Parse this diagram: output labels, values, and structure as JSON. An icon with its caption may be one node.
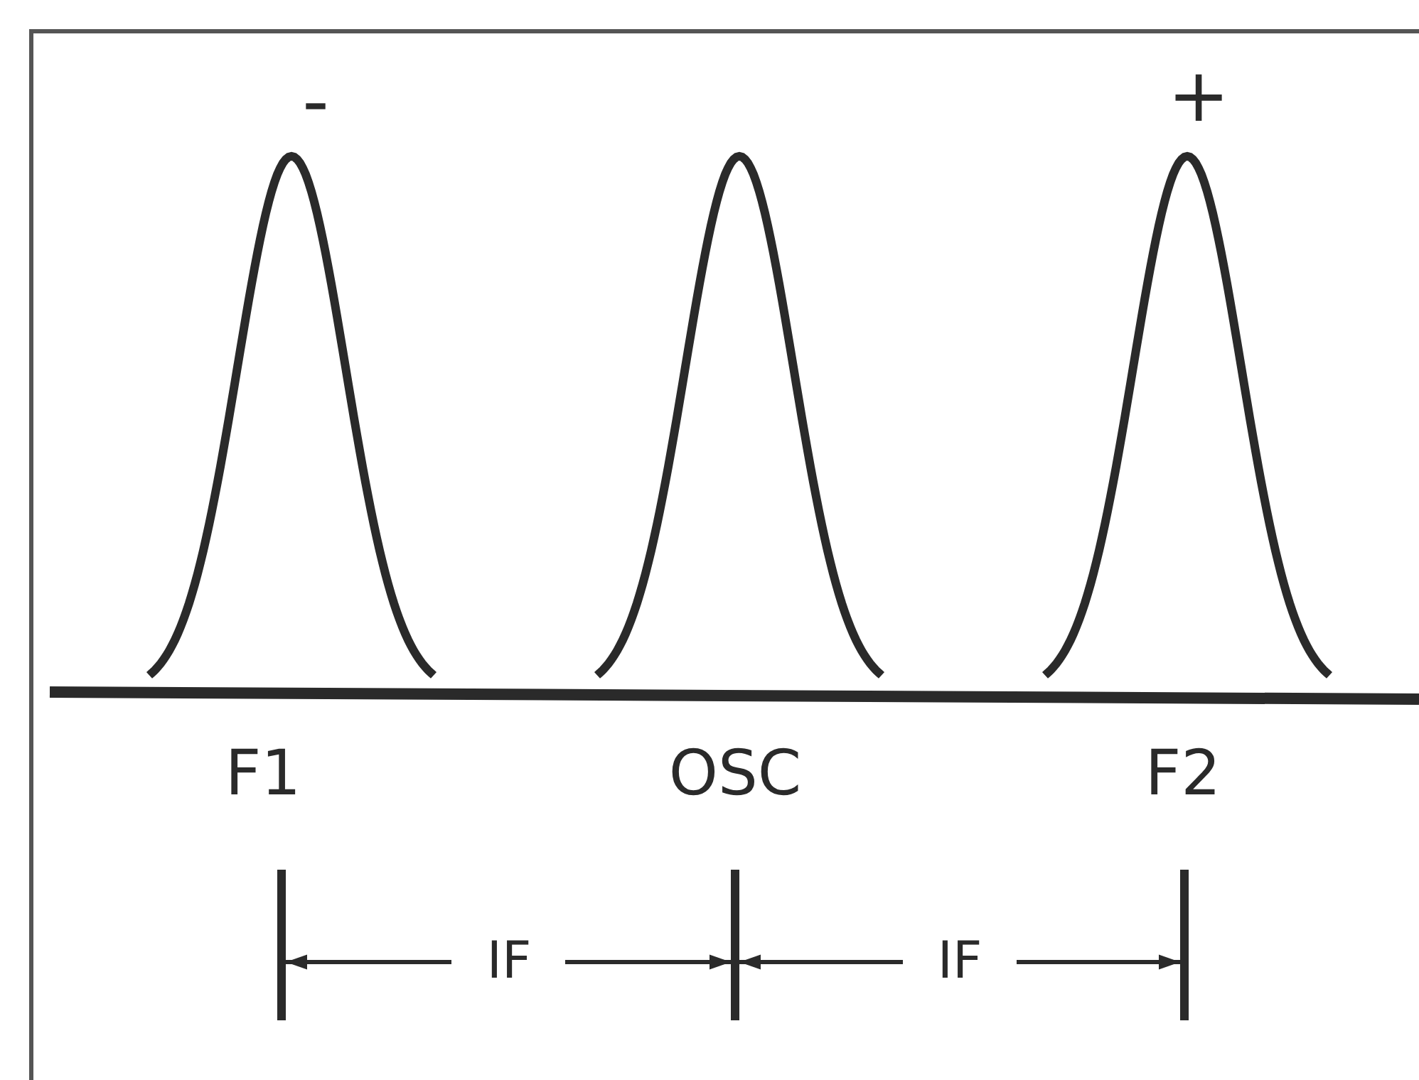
{
  "diagram": {
    "labels": [
      "-",
      "+",
      "F1",
      "OSC",
      "F2",
      "IF",
      "IF"
    ]
  }
}
